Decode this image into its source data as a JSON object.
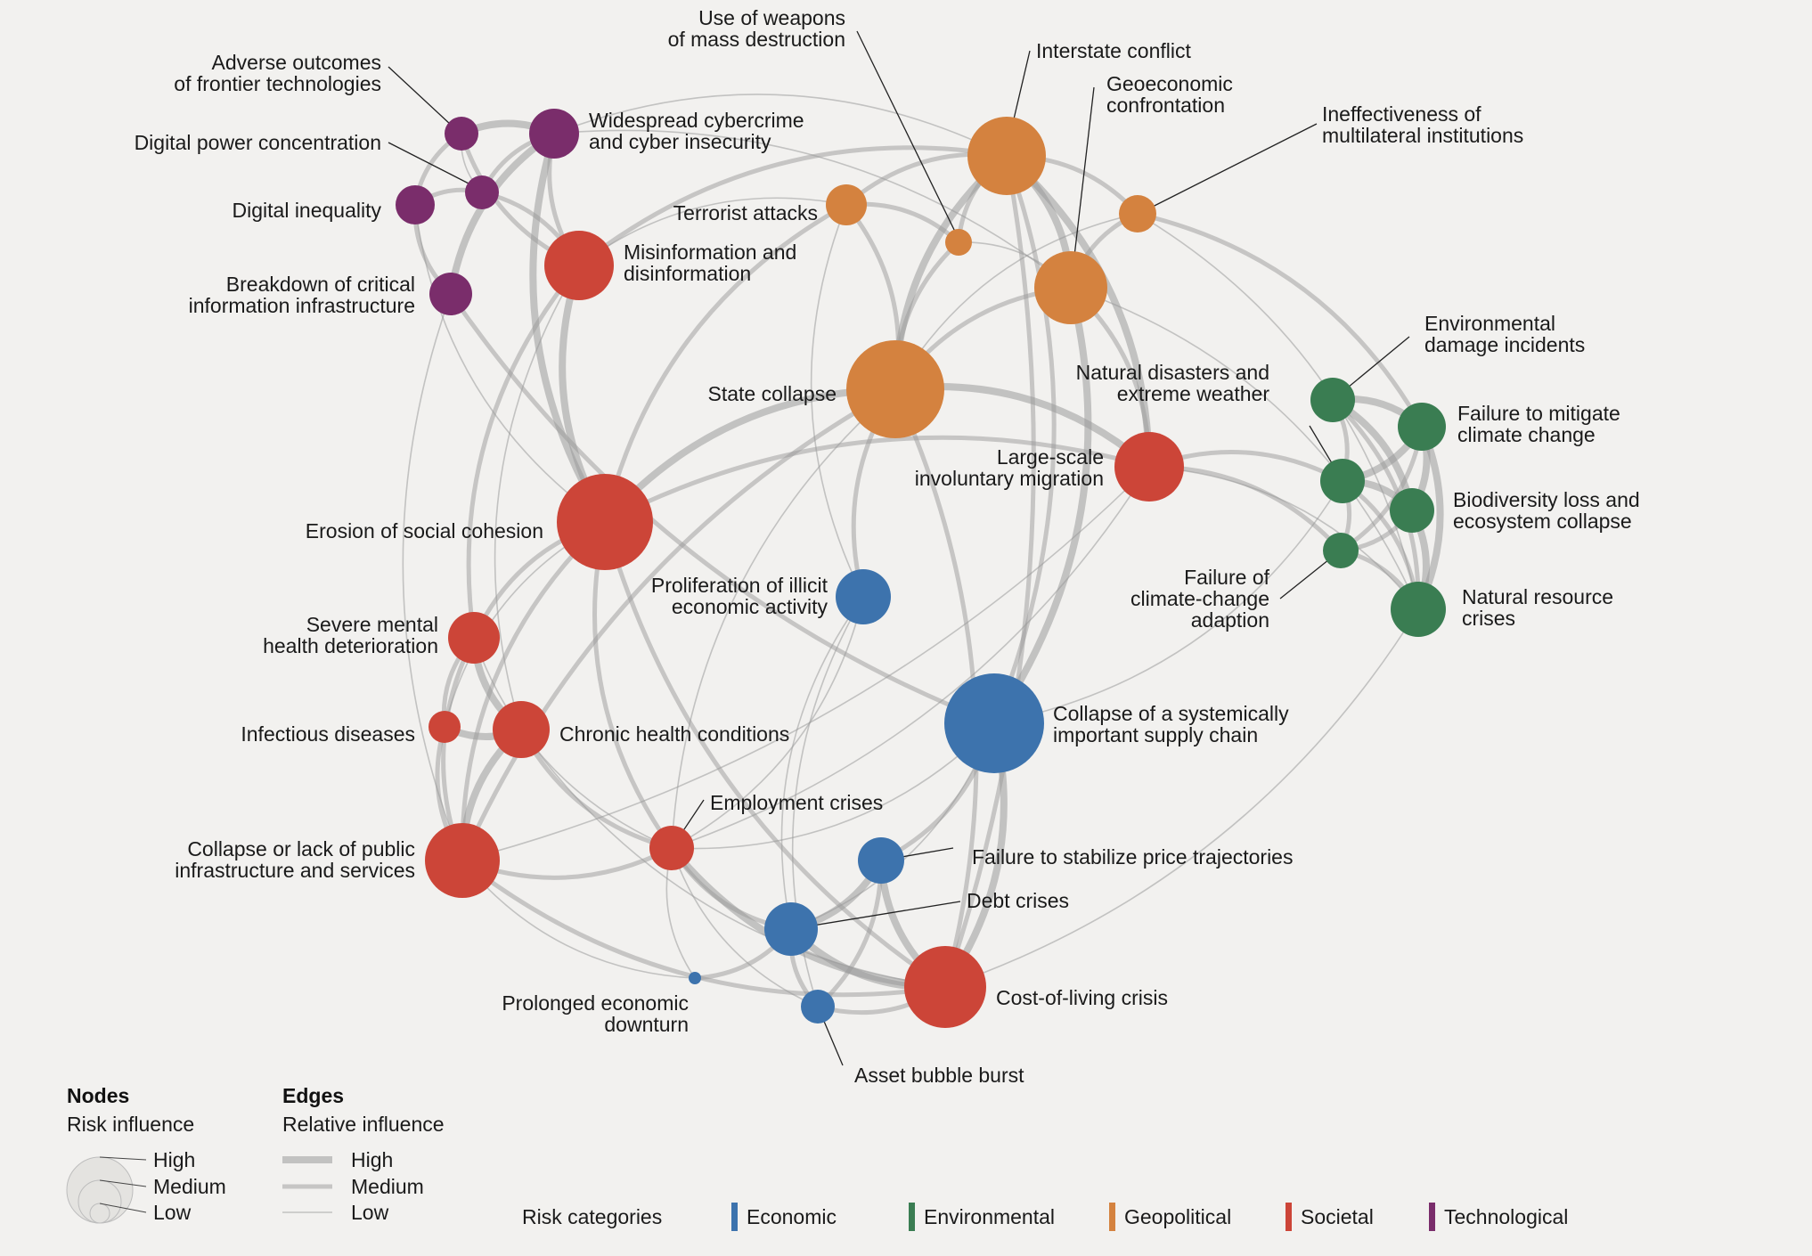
{
  "colors": {
    "economic": "#3d73ad",
    "environmental": "#3a7d52",
    "geopolitical": "#d4823f",
    "societal": "#cc4538",
    "technological": "#7a2d6b",
    "edge": "#9a9a9a",
    "leader": "#222222",
    "background": "#f2f1ef"
  },
  "nodes": [
    {
      "id": "adverse-outcomes",
      "label": "Adverse outcomes\nof frontier technologies",
      "category": "technological",
      "influence": "low"
    },
    {
      "id": "cybercrime",
      "label": "Widespread cybercrime\nand cyber insecurity",
      "category": "technological",
      "influence": "medium"
    },
    {
      "id": "digital-power",
      "label": "Digital power concentration",
      "category": "technological",
      "influence": "low"
    },
    {
      "id": "digital-inequality",
      "label": "Digital inequality",
      "category": "technological",
      "influence": "low"
    },
    {
      "id": "breakdown-infrastructure",
      "label": "Breakdown of critical\ninformation infrastructure",
      "category": "technological",
      "influence": "low"
    },
    {
      "id": "misinformation",
      "label": "Misinformation and\ndisinformation",
      "category": "societal",
      "influence": "medium"
    },
    {
      "id": "terrorist",
      "label": "Terrorist attacks",
      "category": "geopolitical",
      "influence": "low"
    },
    {
      "id": "wmd",
      "label": "Use of weapons\nof mass destruction",
      "category": "geopolitical",
      "influence": "low"
    },
    {
      "id": "interstate",
      "label": "Interstate conflict",
      "category": "geopolitical",
      "influence": "medium"
    },
    {
      "id": "geoeconomic",
      "label": "Geoeconomic\nconfrontation",
      "category": "geopolitical",
      "influence": "medium"
    },
    {
      "id": "multilateral",
      "label": "Ineffectiveness of\nmultilateral institutions",
      "category": "geopolitical",
      "influence": "low"
    },
    {
      "id": "state-collapse",
      "label": "State collapse",
      "category": "geopolitical",
      "influence": "high"
    },
    {
      "id": "env-damage",
      "label": "Environmental\ndamage incidents",
      "category": "environmental",
      "influence": "low"
    },
    {
      "id": "climate-mitigate",
      "label": "Failure to mitigate\nclimate change",
      "category": "environmental",
      "influence": "low"
    },
    {
      "id": "natural-disasters",
      "label": "Natural disasters and\nextreme weather",
      "category": "environmental",
      "influence": "low"
    },
    {
      "id": "biodiversity",
      "label": "Biodiversity loss and\necosystem collapse",
      "category": "environmental",
      "influence": "low"
    },
    {
      "id": "climate-adaption",
      "label": "Failure of\nclimate-change\nadaption",
      "category": "environmental",
      "influence": "low"
    },
    {
      "id": "natural-resource",
      "label": "Natural resource\ncrises",
      "category": "environmental",
      "influence": "low"
    },
    {
      "id": "migration",
      "label": "Large-scale\ninvoluntary migration",
      "category": "societal",
      "influence": "medium"
    },
    {
      "id": "social-cohesion",
      "label": "Erosion of social cohesion",
      "category": "societal",
      "influence": "high"
    },
    {
      "id": "illicit",
      "label": "Proliferation of illicit\neconomic activity",
      "category": "economic",
      "influence": "low"
    },
    {
      "id": "mental-health",
      "label": "Severe mental\nhealth deterioration",
      "category": "societal",
      "influence": "low"
    },
    {
      "id": "infectious",
      "label": "Infectious diseases",
      "category": "societal",
      "influence": "low"
    },
    {
      "id": "chronic",
      "label": "Chronic health conditions",
      "category": "societal",
      "influence": "low"
    },
    {
      "id": "supply-chain",
      "label": "Collapse of a systemically\nimportant supply chain",
      "category": "economic",
      "influence": "high"
    },
    {
      "id": "employment",
      "label": "Employment crises",
      "category": "societal",
      "influence": "low"
    },
    {
      "id": "public-infrastructure",
      "label": "Collapse or lack of public\ninfrastructure and services",
      "category": "societal",
      "influence": "medium"
    },
    {
      "id": "price",
      "label": "Failure to stabilize price trajectories",
      "category": "economic",
      "influence": "low"
    },
    {
      "id": "debt",
      "label": "Debt crises",
      "category": "economic",
      "influence": "low"
    },
    {
      "id": "cost-of-living",
      "label": "Cost-of-living crisis",
      "category": "societal",
      "influence": "high"
    },
    {
      "id": "prolonged-downturn",
      "label": "Prolonged economic\ndownturn",
      "category": "economic",
      "influence": "low"
    },
    {
      "id": "asset-bubble",
      "label": "Asset bubble burst",
      "category": "economic",
      "influence": "low"
    }
  ],
  "edges": [
    {
      "source": "adverse-outcomes",
      "target": "cybercrime",
      "influence": "high"
    },
    {
      "source": "adverse-outcomes",
      "target": "misinformation",
      "influence": "medium"
    },
    {
      "source": "adverse-outcomes",
      "target": "digital-inequality",
      "influence": "medium"
    },
    {
      "source": "adverse-outcomes",
      "target": "digital-power",
      "influence": "low"
    },
    {
      "source": "digital-power",
      "target": "cybercrime",
      "influence": "medium"
    },
    {
      "source": "digital-power",
      "target": "misinformation",
      "influence": "medium"
    },
    {
      "source": "digital-power",
      "target": "digital-inequality",
      "influence": "medium"
    },
    {
      "source": "digital-inequality",
      "target": "breakdown-infrastructure",
      "influence": "medium"
    },
    {
      "source": "digital-inequality",
      "target": "social-cohesion",
      "influence": "low"
    },
    {
      "source": "cybercrime",
      "target": "breakdown-infrastructure",
      "influence": "high"
    },
    {
      "source": "cybercrime",
      "target": "misinformation",
      "influence": "medium"
    },
    {
      "source": "cybercrime",
      "target": "social-cohesion",
      "influence": "high"
    },
    {
      "source": "cybercrime",
      "target": "geoeconomic",
      "influence": "low"
    },
    {
      "source": "cybercrime",
      "target": "interstate",
      "influence": "low"
    },
    {
      "source": "breakdown-infrastructure",
      "target": "supply-chain",
      "influence": "medium"
    },
    {
      "source": "breakdown-infrastructure",
      "target": "public-infrastructure",
      "influence": "low"
    },
    {
      "source": "misinformation",
      "target": "social-cohesion",
      "influence": "high"
    },
    {
      "source": "misinformation",
      "target": "interstate",
      "influence": "medium"
    },
    {
      "source": "misinformation",
      "target": "mental-health",
      "influence": "medium"
    },
    {
      "source": "misinformation",
      "target": "chronic",
      "influence": "low"
    },
    {
      "source": "misinformation",
      "target": "terrorist",
      "influence": "low"
    },
    {
      "source": "terrorist",
      "target": "interstate",
      "influence": "medium"
    },
    {
      "source": "terrorist",
      "target": "wmd",
      "influence": "medium"
    },
    {
      "source": "terrorist",
      "target": "state-collapse",
      "influence": "medium"
    },
    {
      "source": "terrorist",
      "target": "social-cohesion",
      "influence": "medium"
    },
    {
      "source": "terrorist",
      "target": "illicit",
      "influence": "low"
    },
    {
      "source": "wmd",
      "target": "interstate",
      "influence": "medium"
    },
    {
      "source": "wmd",
      "target": "geoeconomic",
      "influence": "low"
    },
    {
      "source": "wmd",
      "target": "state-collapse",
      "influence": "medium"
    },
    {
      "source": "interstate",
      "target": "geoeconomic",
      "influence": "high"
    },
    {
      "source": "interstate",
      "target": "state-collapse",
      "influence": "high"
    },
    {
      "source": "interstate",
      "target": "migration",
      "influence": "high"
    },
    {
      "source": "interstate",
      "target": "multilateral",
      "influence": "medium"
    },
    {
      "source": "interstate",
      "target": "supply-chain",
      "influence": "medium"
    },
    {
      "source": "interstate",
      "target": "cost-of-living",
      "influence": "medium"
    },
    {
      "source": "geoeconomic",
      "target": "supply-chain",
      "influence": "high"
    },
    {
      "source": "geoeconomic",
      "target": "multilateral",
      "influence": "medium"
    },
    {
      "source": "geoeconomic",
      "target": "state-collapse",
      "influence": "medium"
    },
    {
      "source": "geoeconomic",
      "target": "migration",
      "influence": "medium"
    },
    {
      "source": "geoeconomic",
      "target": "natural-resource",
      "influence": "low"
    },
    {
      "source": "multilateral",
      "target": "climate-mitigate",
      "influence": "medium"
    },
    {
      "source": "multilateral",
      "target": "state-collapse",
      "influence": "low"
    },
    {
      "source": "multilateral",
      "target": "natural-resource",
      "influence": "low"
    },
    {
      "source": "state-collapse",
      "target": "social-cohesion",
      "influence": "high"
    },
    {
      "source": "state-collapse",
      "target": "migration",
      "influence": "high"
    },
    {
      "source": "state-collapse",
      "target": "illicit",
      "influence": "medium"
    },
    {
      "source": "state-collapse",
      "target": "public-infrastructure",
      "influence": "medium"
    },
    {
      "source": "state-collapse",
      "target": "employment",
      "influence": "low"
    },
    {
      "source": "state-collapse",
      "target": "cost-of-living",
      "influence": "medium"
    },
    {
      "source": "env-damage",
      "target": "climate-mitigate",
      "influence": "high"
    },
    {
      "source": "env-damage",
      "target": "biodiversity",
      "influence": "high"
    },
    {
      "source": "env-damage",
      "target": "natural-disasters",
      "influence": "medium"
    },
    {
      "source": "env-damage",
      "target": "natural-resource",
      "influence": "medium"
    },
    {
      "source": "climate-mitigate",
      "target": "natural-disasters",
      "influence": "high"
    },
    {
      "source": "climate-mitigate",
      "target": "biodiversity",
      "influence": "high"
    },
    {
      "source": "climate-mitigate",
      "target": "natural-resource",
      "influence": "high"
    },
    {
      "source": "climate-mitigate",
      "target": "climate-adaption",
      "influence": "medium"
    },
    {
      "source": "natural-disasters",
      "target": "biodiversity",
      "influence": "high"
    },
    {
      "source": "natural-disasters",
      "target": "migration",
      "influence": "medium"
    },
    {
      "source": "natural-disasters",
      "target": "climate-adaption",
      "influence": "medium"
    },
    {
      "source": "natural-disasters",
      "target": "natural-resource",
      "influence": "medium"
    },
    {
      "source": "natural-disasters",
      "target": "supply-chain",
      "influence": "low"
    },
    {
      "source": "biodiversity",
      "target": "natural-resource",
      "influence": "high"
    },
    {
      "source": "biodiversity",
      "target": "climate-adaption",
      "influence": "medium"
    },
    {
      "source": "climate-adaption",
      "target": "natural-resource",
      "influence": "medium"
    },
    {
      "source": "climate-adaption",
      "target": "migration",
      "influence": "medium"
    },
    {
      "source": "natural-resource",
      "target": "cost-of-living",
      "influence": "low"
    },
    {
      "source": "natural-resource",
      "target": "migration",
      "influence": "low"
    },
    {
      "source": "migration",
      "target": "social-cohesion",
      "influence": "medium"
    },
    {
      "source": "migration",
      "target": "public-infrastructure",
      "influence": "low"
    },
    {
      "source": "migration",
      "target": "employment",
      "influence": "low"
    },
    {
      "source": "social-cohesion",
      "target": "mental-health",
      "influence": "medium"
    },
    {
      "source": "social-cohesion",
      "target": "public-infrastructure",
      "influence": "medium"
    },
    {
      "source": "social-cohesion",
      "target": "employment",
      "influence": "medium"
    },
    {
      "source": "social-cohesion",
      "target": "cost-of-living",
      "influence": "medium"
    },
    {
      "source": "social-cohesion",
      "target": "infectious",
      "influence": "low"
    },
    {
      "source": "illicit",
      "target": "debt",
      "influence": "low"
    },
    {
      "source": "illicit",
      "target": "employment",
      "influence": "low"
    },
    {
      "source": "mental-health",
      "target": "chronic",
      "influence": "high"
    },
    {
      "source": "mental-health",
      "target": "infectious",
      "influence": "medium"
    },
    {
      "source": "mental-health",
      "target": "public-infrastructure",
      "influence": "medium"
    },
    {
      "source": "mental-health",
      "target": "employment",
      "influence": "low"
    },
    {
      "source": "infectious",
      "target": "chronic",
      "influence": "high"
    },
    {
      "source": "infectious",
      "target": "public-infrastructure",
      "influence": "medium"
    },
    {
      "source": "chronic",
      "target": "public-infrastructure",
      "influence": "high"
    },
    {
      "source": "chronic",
      "target": "employment",
      "influence": "medium"
    },
    {
      "source": "chronic",
      "target": "cost-of-living",
      "influence": "low"
    },
    {
      "source": "supply-chain",
      "target": "cost-of-living",
      "influence": "high"
    },
    {
      "source": "supply-chain",
      "target": "price",
      "influence": "medium"
    },
    {
      "source": "supply-chain",
      "target": "employment",
      "influence": "low"
    },
    {
      "source": "supply-chain",
      "target": "debt",
      "influence": "low"
    },
    {
      "source": "employment",
      "target": "cost-of-living",
      "influence": "high"
    },
    {
      "source": "employment",
      "target": "debt",
      "influence": "medium"
    },
    {
      "source": "employment",
      "target": "public-infrastructure",
      "influence": "medium"
    },
    {
      "source": "employment",
      "target": "prolonged-downturn",
      "influence": "low"
    },
    {
      "source": "employment",
      "target": "asset-bubble",
      "influence": "low"
    },
    {
      "source": "price",
      "target": "cost-of-living",
      "influence": "high"
    },
    {
      "source": "price",
      "target": "debt",
      "influence": "high"
    },
    {
      "source": "price",
      "target": "asset-bubble",
      "influence": "medium"
    },
    {
      "source": "debt",
      "target": "cost-of-living",
      "influence": "high"
    },
    {
      "source": "debt",
      "target": "asset-bubble",
      "influence": "medium"
    },
    {
      "source": "debt",
      "target": "prolonged-downturn",
      "influence": "medium"
    },
    {
      "source": "cost-of-living",
      "target": "asset-bubble",
      "influence": "medium"
    },
    {
      "source": "cost-of-living",
      "target": "public-infrastructure",
      "influence": "medium"
    },
    {
      "source": "prolonged-downturn",
      "target": "public-infrastructure",
      "influence": "low"
    },
    {
      "source": "asset-bubble",
      "target": "illicit",
      "influence": "low"
    }
  ],
  "legend": {
    "nodes_title": "Nodes",
    "nodes_subtitle": "Risk influence",
    "edges_title": "Edges",
    "edges_subtitle": "Relative influence",
    "levels": [
      "High",
      "Medium",
      "Low"
    ],
    "categories_title": "Risk categories",
    "categories": [
      {
        "key": "economic",
        "label": "Economic"
      },
      {
        "key": "environmental",
        "label": "Environmental"
      },
      {
        "key": "geopolitical",
        "label": "Geopolitical"
      },
      {
        "key": "societal",
        "label": "Societal"
      },
      {
        "key": "technological",
        "label": "Technological"
      }
    ]
  }
}
